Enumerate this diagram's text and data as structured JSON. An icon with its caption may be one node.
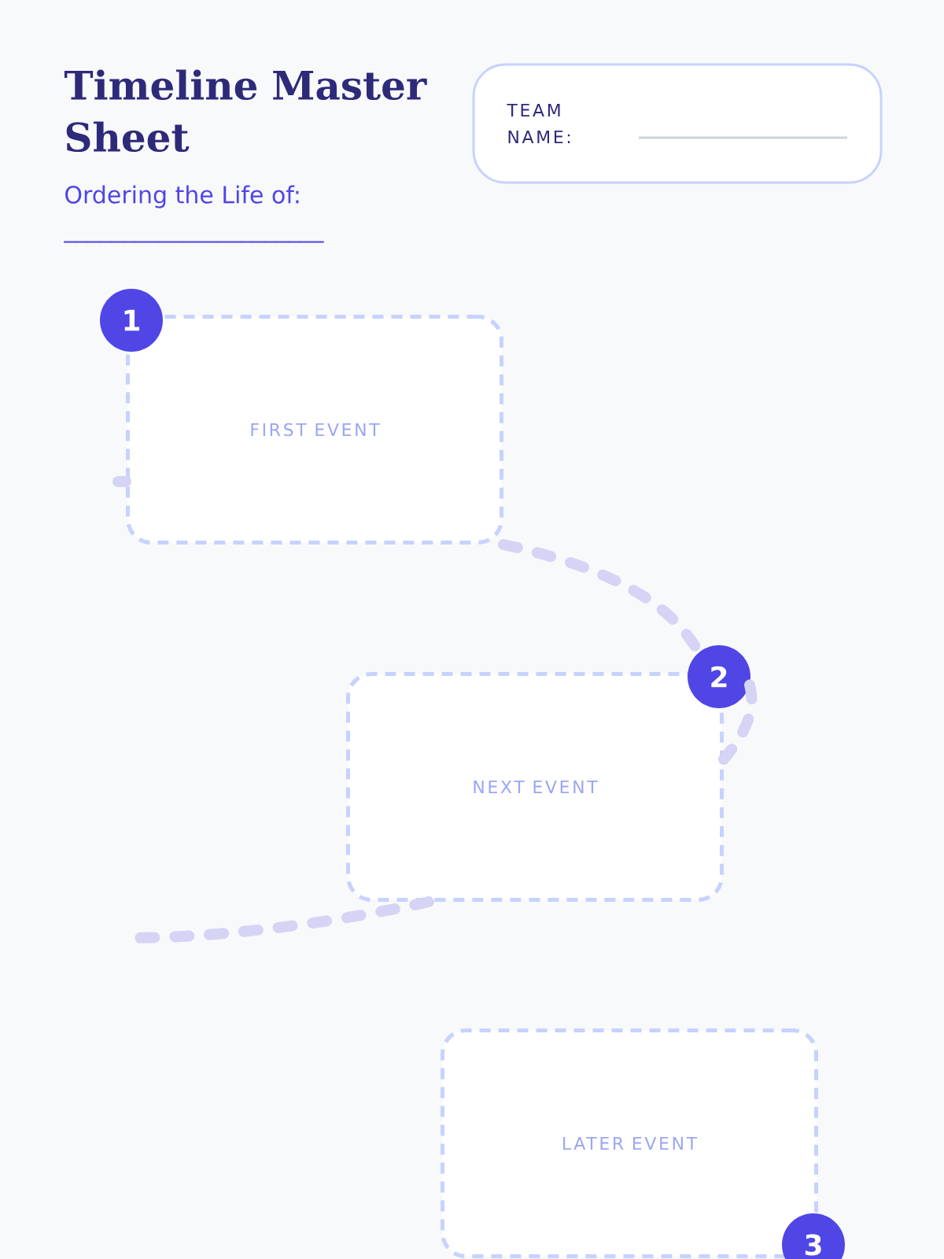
{
  "diagram": {
    "title": "Timeline Master Sheet",
    "nodes": [
      {
        "text": [
          "TEAM NAME:"
        ]
      },
      {
        "text": [
          "1"
        ]
      },
      {
        "text": [
          "FIRST EVENT"
        ]
      },
      {
        "text": [
          "2"
        ]
      },
      {
        "text": [
          "NEXT EVENT"
        ]
      },
      {
        "text": [
          "LATER EVENT"
        ]
      },
      {
        "text": [
          "3"
        ]
      }
    ],
    "edges": [
      {
        "from": null,
        "to": 2,
        "arrow": "none",
        "style": "dashed"
      },
      {
        "from": 2,
        "to": 3,
        "arrow": "none",
        "style": "dashed"
      },
      {
        "from": 3,
        "to": 4,
        "arrow": "none",
        "style": "dashed"
      },
      {
        "from": 4,
        "to": null,
        "arrow": "none",
        "style": "dashed"
      }
    ],
    "labels": [
      "Ordering the Life of:",
      "______________________"
    ]
  }
}
